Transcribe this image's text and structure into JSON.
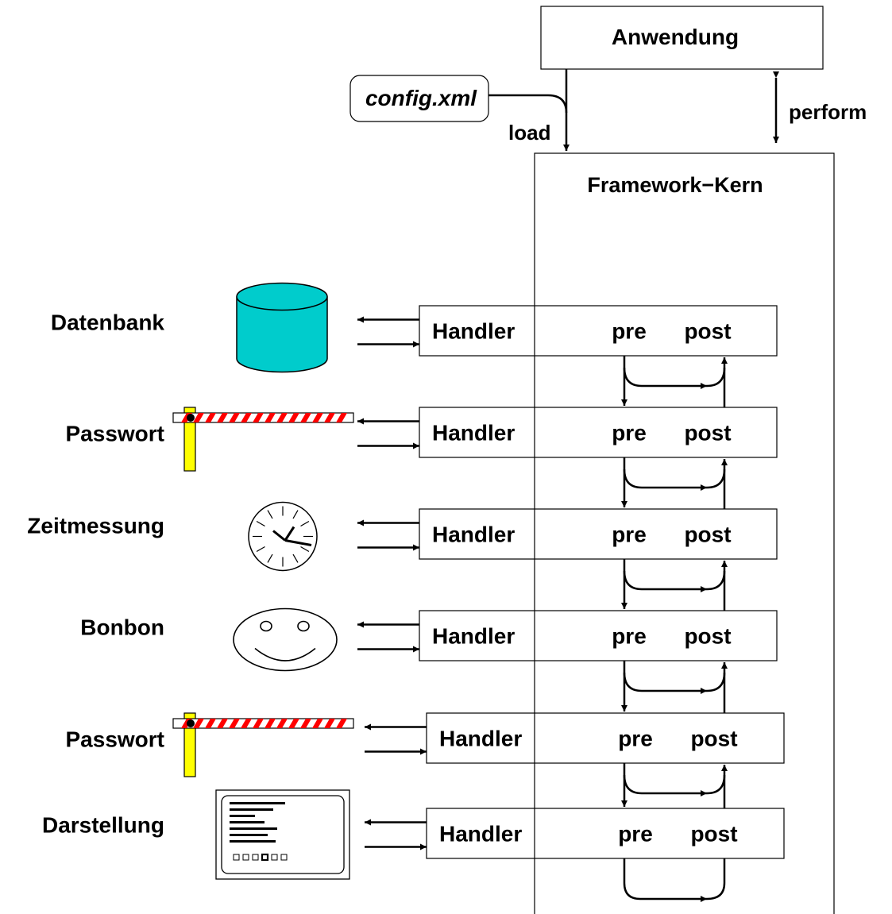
{
  "app": {
    "title": "Anwendung",
    "perform_label": "perform"
  },
  "config": {
    "file": "config.xml",
    "load_label": "load"
  },
  "framework": {
    "title": "Framework−Kern"
  },
  "handler_text": {
    "handler": "Handler",
    "pre": "pre",
    "post": "post"
  },
  "rows": [
    {
      "label": "Datenbank",
      "icon": "database-icon"
    },
    {
      "label": "Passwort",
      "icon": "barrier-icon"
    },
    {
      "label": "Zeitmessung",
      "icon": "clock-icon"
    },
    {
      "label": "Bonbon",
      "icon": "smiley-icon"
    },
    {
      "label": "Passwort",
      "icon": "barrier-icon"
    },
    {
      "label": "Darstellung",
      "icon": "display-icon"
    }
  ],
  "colors": {
    "database": "#00cccc",
    "barrier_stripe": "#ff0000",
    "barrier_post": "#ffff00"
  }
}
